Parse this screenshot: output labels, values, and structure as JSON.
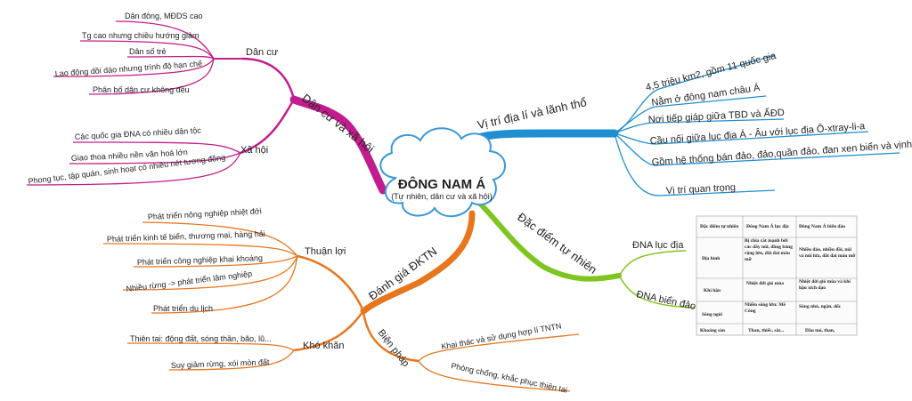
{
  "center": {
    "title": "ĐÔNG NAM Á",
    "subtitle": "(Tự nhiên, dân cư và xã hội)"
  },
  "colors": {
    "dan_cu": "#c21d8e",
    "vi_tri": "#1f8fd1",
    "tu_nhien": "#7ec51f",
    "dktn": "#e8761f"
  },
  "dan_cu_xa_hoi": {
    "label": "Dân cư và xã hội",
    "dan_cu": {
      "label": "Dân cư",
      "items": [
        "Dân đông, MĐDS cao",
        "Tg cao nhưng chiều hướng giảm",
        "Dân số trẻ",
        "Lao động dồi dào nhưng trình độ hạn chế",
        "Phân bố dân cư không đều"
      ]
    },
    "xa_hoi": {
      "label": "Xã hội",
      "items": [
        "Các quốc gia ĐNA có nhiều dân tộc",
        "Giao thoa nhiều nền văn hoá lớn",
        "Phong tục, tập quán, sinh hoạt có nhiều nét tương đồng"
      ]
    }
  },
  "vi_tri": {
    "label": "Vị trí địa lí và lãnh thổ",
    "items": [
      "4,5 triệu km2, gồm 11 quốc gia",
      "Nằm ở đông nam châu Á",
      "Nơi tiếp giáp giữa TBD và ẤĐD",
      "Cầu nối giữa lục địa Á - Âu với lục địa Ô-xtray-li-a",
      "Gồm hệ thống bán đảo, đảo,quần đảo, đan xen biển và vịnh biển",
      "Vị trí quan trọng"
    ]
  },
  "tu_nhien": {
    "label": "Đặc điểm tự nhiên",
    "items": [
      "ĐNA lục địa",
      "ĐNA biển đảo"
    ],
    "table": {
      "headers": [
        "Đặc điểm tự nhiên",
        "Đông Nam Á lục địa",
        "Đông Nam Á biển đảo"
      ],
      "rows": [
        [
          "Địa hình",
          "Bị chia cắt mạnh bởi các dãy núi, đồng bằng rộng lớn, đất đai màu mỡ",
          "Nhiều đảo, nhiều đồi, núi và núi lửa, đất đai màu mỡ"
        ],
        [
          "Khí hậu",
          "Nhiệt đới gió mùa",
          "Nhiệt đới gió mùa và khí hậu xích đạo"
        ],
        [
          "Sông ngòi",
          "Nhiều sông lớn: Mê Công",
          "Sông nhỏ, ngắn, dốc"
        ],
        [
          "Khoáng sản",
          "Than, thiếc, sắt...",
          "Dầu mỏ, than,"
        ]
      ]
    }
  },
  "dktn": {
    "label": "Đánh giá ĐKTN",
    "thuan_loi": {
      "label": "Thuận lợi",
      "items": [
        "Phát triển nông nghiệp nhiệt đới",
        "Phát triển kinh tế biển, thương mại, hàng hải",
        "Phát triển công nghiệp khai khoáng",
        "Nhiều rừng -> phát triển lâm nghiệp",
        "Phát triển du lịch"
      ]
    },
    "kho_khan": {
      "label": "Khó khăn",
      "items": [
        "Thiên tai: động đất, sóng thần, bão, lũ...",
        "Suy giảm rừng, xói mòn đất"
      ]
    },
    "bien_phap": {
      "label": "Biện pháp",
      "items": [
        "Khai thác và sử dụng hợp lí TNTN",
        "Phòng chống, khắc phục thiên tai"
      ]
    }
  }
}
